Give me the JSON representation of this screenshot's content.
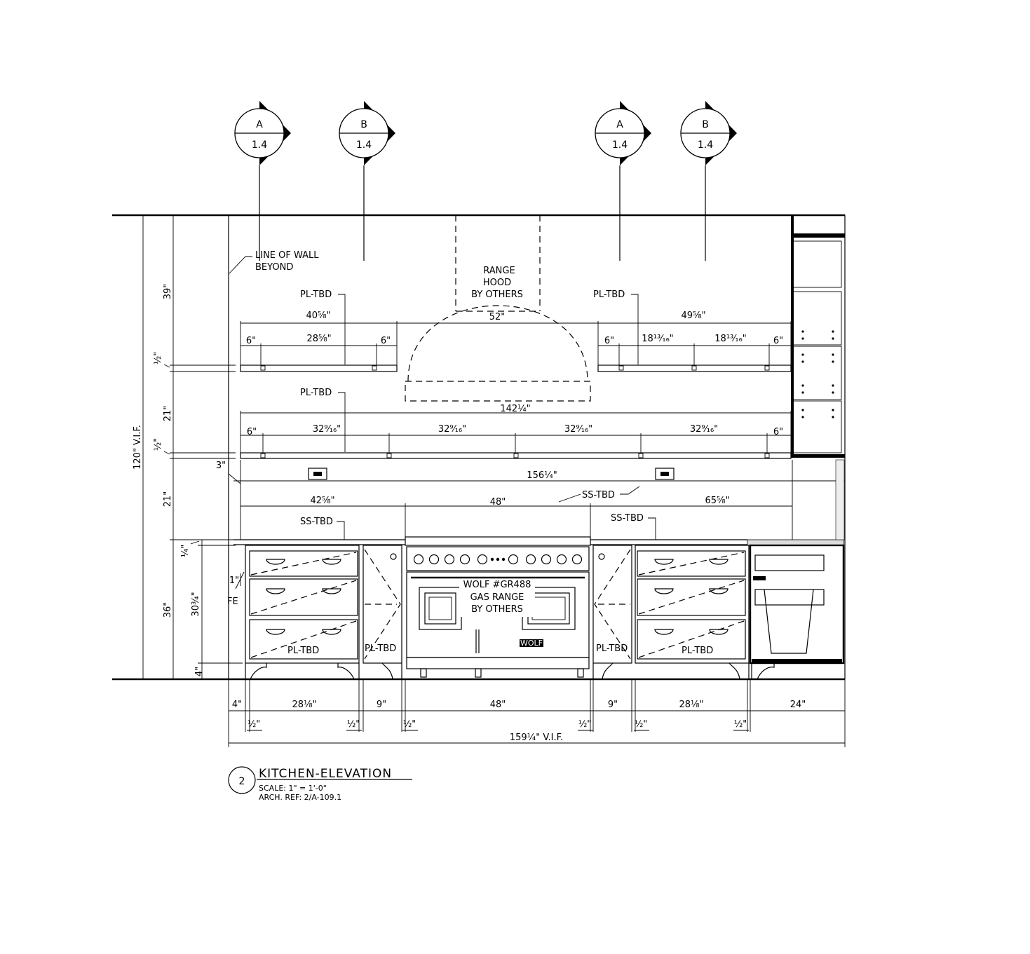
{
  "section_markers": [
    {
      "id": "marker-1",
      "letter": "A",
      "sheet": "1.4"
    },
    {
      "id": "marker-2",
      "letter": "B",
      "sheet": "1.4"
    },
    {
      "id": "marker-3",
      "letter": "A",
      "sheet": "1.4"
    },
    {
      "id": "marker-4",
      "letter": "B",
      "sheet": "1.4"
    }
  ],
  "notes": {
    "line_of_wall_1": "LINE OF WALL",
    "line_of_wall_2": "BEYOND",
    "hood_1": "RANGE",
    "hood_2": "HOOD",
    "hood_3": "BY OTHERS",
    "range_1": "WOLF #GR488",
    "range_2": "GAS RANGE",
    "range_3": "BY OTHERS",
    "range_badge": "WOLF",
    "fe": "FE"
  },
  "materials": {
    "pl_tbd": "PL-TBD",
    "ss_tbd": "SS-TBD"
  },
  "dims": {
    "d40_5_8": "40⅝\"",
    "d28_5_8": "28⅝\"",
    "d6": "6\"",
    "d52": "52\"",
    "d49_5_8": "49⅝\"",
    "d18_13_16": "18¹³⁄₁₆\"",
    "d142_1_4": "142¼\"",
    "d32_9_16": "32⁹⁄₁₆\"",
    "d156_1_4": "156¼\"",
    "d42_5_8": "42⅝\"",
    "d48": "48\"",
    "d65_5_8": "65⅝\"",
    "d3": "3\"",
    "d1": "1\"",
    "d39": "39\"",
    "d1_2": "½\"",
    "d21": "21\"",
    "d120": "120\" V.I.F.",
    "d1_4": "¼\"",
    "d36": "36\"",
    "d30_3_4": "30¾\"",
    "d4": "4\"",
    "d28_1_8": "28⅛\"",
    "d9": "9\"",
    "d24": "24\"",
    "d159_1_4": "159¼\" V.I.F."
  },
  "title_block": {
    "number": "2",
    "title": "KITCHEN-ELEVATION",
    "scale": "SCALE: 1\" = 1'-0\"",
    "ref": "ARCH. REF: 2/A-109.1"
  }
}
